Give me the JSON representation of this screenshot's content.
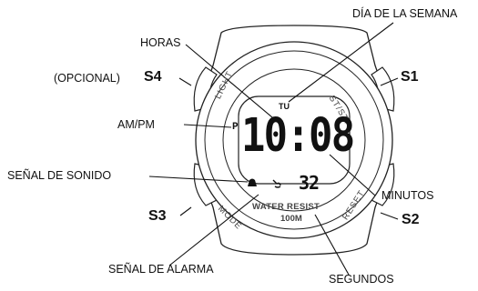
{
  "labels": {
    "dia_semana": "DÍA DE LA SEMANA",
    "horas": "HORAS",
    "opcional": "(OPCIONAL)",
    "am_pm": "AM/PM",
    "senal_sonido": "SEÑAL DE SONIDO",
    "minutos": "MINUTOS",
    "senal_alarma": "SEÑAL DE ALARMA",
    "segundos": "SEGUNDOS"
  },
  "buttons": {
    "s1": "S1",
    "s2": "S2",
    "s3": "S3",
    "s4": "S4"
  },
  "bezel": {
    "light": "LIGHT",
    "st_stp": "ST/STP",
    "mode": "MODE",
    "reset": "RESET",
    "water_resist": "WATER RESIST",
    "depth": "100M"
  },
  "display": {
    "weekday": "TU",
    "time": "10:08",
    "seconds": "32",
    "pm_indicator": "P"
  },
  "icons": {
    "sound_signal": "bell-icon",
    "alarm_signal": "alarm-icon"
  }
}
